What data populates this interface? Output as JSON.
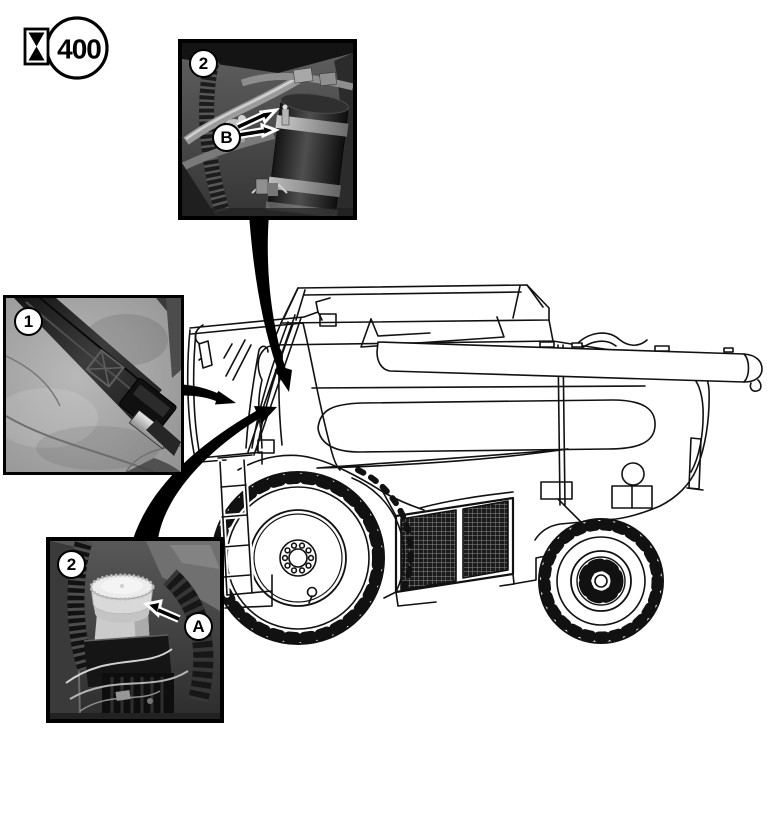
{
  "service_interval": {
    "hours": "400"
  },
  "insets": {
    "top": {
      "number": "2",
      "callout_letter": "B"
    },
    "left": {
      "number": "1"
    },
    "bottom": {
      "number": "2",
      "callout_letter": "A"
    }
  },
  "colors": {
    "line_art": "#111111",
    "frame": "#000000",
    "background": "#ffffff",
    "callout_fill": "#ffffff"
  }
}
